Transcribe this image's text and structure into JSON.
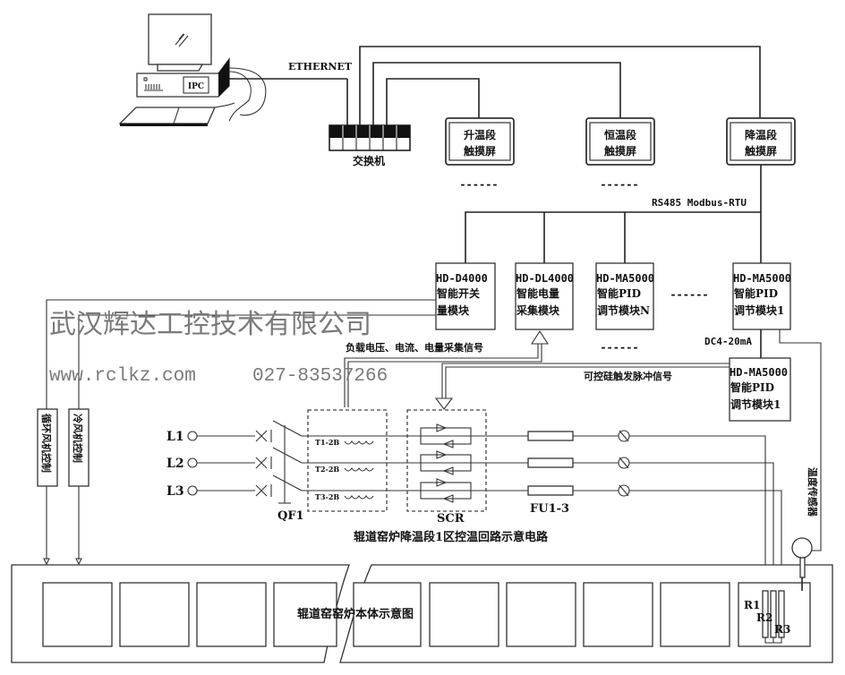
{
  "network": {
    "ethernet_label": "ETHERNET",
    "ipc_label": "IPC",
    "switch_label": "交换机",
    "rs485_label": "RS485 Modbus-RTU"
  },
  "touchscreens": [
    {
      "line1": "升温段",
      "line2": "触摸屏"
    },
    {
      "line1": "恒温段",
      "line2": "触摸屏"
    },
    {
      "line1": "降温段",
      "line2": "触摸屏"
    }
  ],
  "modules": [
    {
      "model": "HD-D4000",
      "line1": "智能开关",
      "line2": "量模块"
    },
    {
      "model": "HD-DL4000",
      "line1": "智能电量",
      "line2": "采集模块"
    },
    {
      "model": "HD-MA5000",
      "line1": "智能PID",
      "line2": "调节模块N"
    },
    {
      "model": "HD-MA5000",
      "line1": "智能PID",
      "line2": "调节模块1"
    },
    {
      "model": "HD-MA5000",
      "line1": "智能PID",
      "line2": "调节模块1"
    }
  ],
  "ellipsis": "------",
  "signals": {
    "collect": "负载电压、电流、电量采集信号",
    "trigger": "可控硅触发脉冲信号",
    "dc": "DC4-20mA",
    "temp_sensor": "温度传感器"
  },
  "fan_controls": [
    "循环风机控制",
    "冷风机控制"
  ],
  "circuit": {
    "phases": [
      "L1",
      "L2",
      "L3"
    ],
    "breaker": "QF1",
    "transformers": [
      "T1-2B",
      "T2-2B",
      "T3-2B"
    ],
    "scr_label": "SCR",
    "fuse_label": "FU1-3",
    "title": "辊道窑炉降温段1区控温回路示意电路",
    "heaters": [
      "R1",
      "R2",
      "R3"
    ]
  },
  "kiln": {
    "label": "辊道窑窑炉本体示意图"
  },
  "watermark": {
    "company": "武汉辉达工控技术有限公司",
    "web": "www.rclkz.com",
    "phone": "027-83537266"
  }
}
